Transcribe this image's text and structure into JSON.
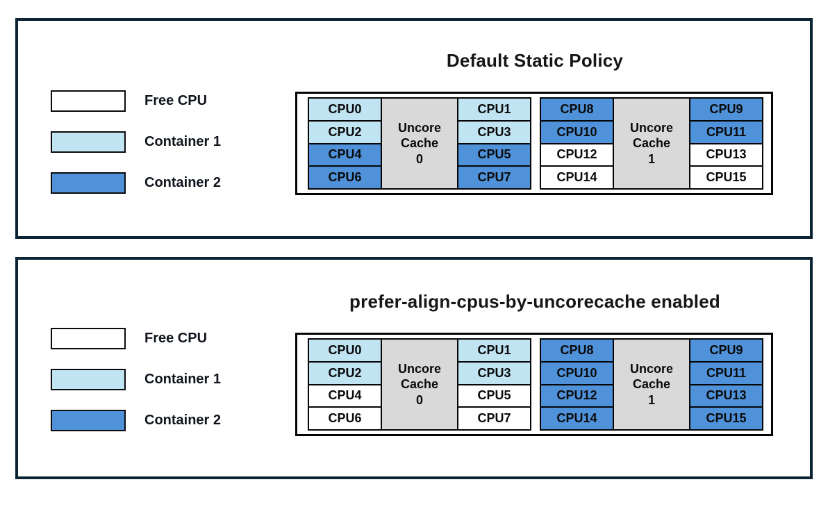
{
  "colors": {
    "free_cpu": "#ffffff",
    "container1": "#c1e4f3",
    "container2": "#4f92d9",
    "uncore_cache_bg": "#d9d9d9",
    "panel_border": "#0c2433",
    "cell_border": "#050505"
  },
  "panels": [
    {
      "title": "Default Static Policy",
      "legend": [
        {
          "label": "Free CPU",
          "type": "free"
        },
        {
          "label": "Container 1",
          "type": "container1"
        },
        {
          "label": "Container 2",
          "type": "container2"
        }
      ],
      "clusters": [
        {
          "cache_lines": [
            "Uncore",
            "Cache",
            "0"
          ],
          "left": [
            {
              "label": "CPU0",
              "type": "container1"
            },
            {
              "label": "CPU2",
              "type": "container1"
            },
            {
              "label": "CPU4",
              "type": "container2"
            },
            {
              "label": "CPU6",
              "type": "container2"
            }
          ],
          "right": [
            {
              "label": "CPU1",
              "type": "container1"
            },
            {
              "label": "CPU3",
              "type": "container1"
            },
            {
              "label": "CPU5",
              "type": "container2"
            },
            {
              "label": "CPU7",
              "type": "container2"
            }
          ]
        },
        {
          "cache_lines": [
            "Uncore",
            "Cache",
            "1"
          ],
          "left": [
            {
              "label": "CPU8",
              "type": "container2"
            },
            {
              "label": "CPU10",
              "type": "container2"
            },
            {
              "label": "CPU12",
              "type": "free"
            },
            {
              "label": "CPU14",
              "type": "free"
            }
          ],
          "right": [
            {
              "label": "CPU9",
              "type": "container2"
            },
            {
              "label": "CPU11",
              "type": "container2"
            },
            {
              "label": "CPU13",
              "type": "free"
            },
            {
              "label": "CPU15",
              "type": "free"
            }
          ]
        }
      ]
    },
    {
      "title": "prefer-align-cpus-by-uncorecache enabled",
      "legend": [
        {
          "label": "Free CPU",
          "type": "free"
        },
        {
          "label": "Container 1",
          "type": "container1"
        },
        {
          "label": "Container 2",
          "type": "container2"
        }
      ],
      "clusters": [
        {
          "cache_lines": [
            "Uncore",
            "Cache",
            "0"
          ],
          "left": [
            {
              "label": "CPU0",
              "type": "container1"
            },
            {
              "label": "CPU2",
              "type": "container1"
            },
            {
              "label": "CPU4",
              "type": "free"
            },
            {
              "label": "CPU6",
              "type": "free"
            }
          ],
          "right": [
            {
              "label": "CPU1",
              "type": "container1"
            },
            {
              "label": "CPU3",
              "type": "container1"
            },
            {
              "label": "CPU5",
              "type": "free"
            },
            {
              "label": "CPU7",
              "type": "free"
            }
          ]
        },
        {
          "cache_lines": [
            "Uncore",
            "Cache",
            "1"
          ],
          "left": [
            {
              "label": "CPU8",
              "type": "container2"
            },
            {
              "label": "CPU10",
              "type": "container2"
            },
            {
              "label": "CPU12",
              "type": "container2"
            },
            {
              "label": "CPU14",
              "type": "container2"
            }
          ],
          "right": [
            {
              "label": "CPU9",
              "type": "container2"
            },
            {
              "label": "CPU11",
              "type": "container2"
            },
            {
              "label": "CPU13",
              "type": "container2"
            },
            {
              "label": "CPU15",
              "type": "container2"
            }
          ]
        }
      ]
    }
  ]
}
